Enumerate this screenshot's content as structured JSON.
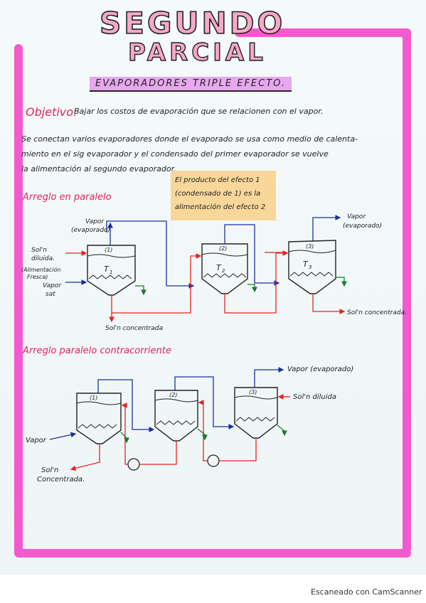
{
  "title_line1": "SEGUNDO",
  "title_line2": "PARCIAL",
  "subtitle": "EVAPORADORES TRIPLE EFECTO.",
  "objetivo_label": "Objetivo:",
  "objetivo_text": "Bajar los costos de evaporación que se relacionen con el vapor.",
  "paragraph_lines": [
    "Se conectan varios evaporadores donde el evaporado  se usa como medio de calenta-",
    "miento en el sig evaporador y el condensado del primer evaporador se vuelve",
    "la alimentación al segundo evaporador."
  ],
  "note_lines": [
    "El producto del efecto 1",
    "(condensado de 1) es la",
    "alimentación del efecto 2"
  ],
  "section1_heading": "Arreglo en paralelo",
  "section2_heading": "Arreglo paralelo contracorriente",
  "diagram1": {
    "vapor_evaporado_left": [
      "Vapor",
      "(evaporado)"
    ],
    "soln_diluida": [
      "Sol'n",
      "diluida."
    ],
    "alimentacion_fresca": [
      "(Alimentación",
      "Fresca)"
    ],
    "vapor_sat": [
      "Vapor",
      "sat"
    ],
    "soln_concentrada_bottom": "Sol'n concentrada",
    "vapor_evaporado_right": [
      "Vapor",
      "(evaporado)"
    ],
    "soln_concentrada_right": "Sol'n concentrada.",
    "effect_numbers": [
      "(1)",
      "(2)",
      "(3)"
    ],
    "temps": [
      "T",
      "T",
      "T"
    ],
    "temp_subs": [
      "1",
      "2",
      "3"
    ]
  },
  "diagram2": {
    "vapor_evaporado": "Vapor (evaporado)",
    "soln_diluida": "Sol'n diluida",
    "vapor": "Vapor",
    "soln_concentrada": [
      "Sol'n",
      "Concentrada."
    ],
    "effect_numbers": [
      "(1)",
      "(2)",
      "(3)"
    ]
  },
  "footer": "Escaneado con CamScanner",
  "colors": {
    "frame_pink": "#f25ad0",
    "heading_red": "#e0245e",
    "line_blue": "#1a2fa0",
    "line_red": "#e8231f",
    "line_green": "#1b7a2a",
    "note_yellow": "#f9d79a"
  }
}
